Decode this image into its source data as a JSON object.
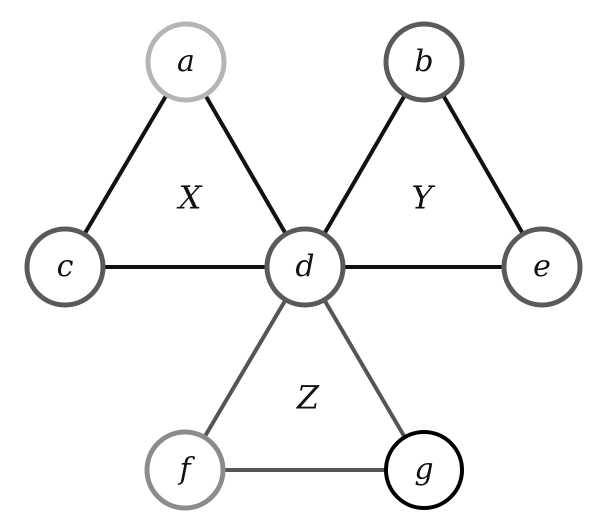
{
  "diagram": {
    "nodes": [
      {
        "id": "a",
        "label": "a",
        "stroke": "#b5b5b5"
      },
      {
        "id": "b",
        "label": "b",
        "stroke": "#5a5a5a"
      },
      {
        "id": "c",
        "label": "c",
        "stroke": "#5a5a5a"
      },
      {
        "id": "d",
        "label": "d",
        "stroke": "#5a5a5a"
      },
      {
        "id": "e",
        "label": "e",
        "stroke": "#5a5a5a"
      },
      {
        "id": "f",
        "label": "f",
        "stroke": "#8c8c8c"
      },
      {
        "id": "g",
        "label": "g",
        "stroke": "#000000"
      }
    ],
    "edges": [
      {
        "from": "a",
        "to": "c",
        "color": "#111111"
      },
      {
        "from": "a",
        "to": "d",
        "color": "#111111"
      },
      {
        "from": "c",
        "to": "d",
        "color": "#111111"
      },
      {
        "from": "b",
        "to": "d",
        "color": "#111111"
      },
      {
        "from": "b",
        "to": "e",
        "color": "#111111"
      },
      {
        "from": "d",
        "to": "e",
        "color": "#111111"
      },
      {
        "from": "d",
        "to": "f",
        "color": "#555555"
      },
      {
        "from": "d",
        "to": "g",
        "color": "#555555"
      },
      {
        "from": "f",
        "to": "g",
        "color": "#555555"
      }
    ],
    "regions": [
      {
        "id": "X",
        "label": "X"
      },
      {
        "id": "Y",
        "label": "Y"
      },
      {
        "id": "Z",
        "label": "Z"
      }
    ]
  }
}
